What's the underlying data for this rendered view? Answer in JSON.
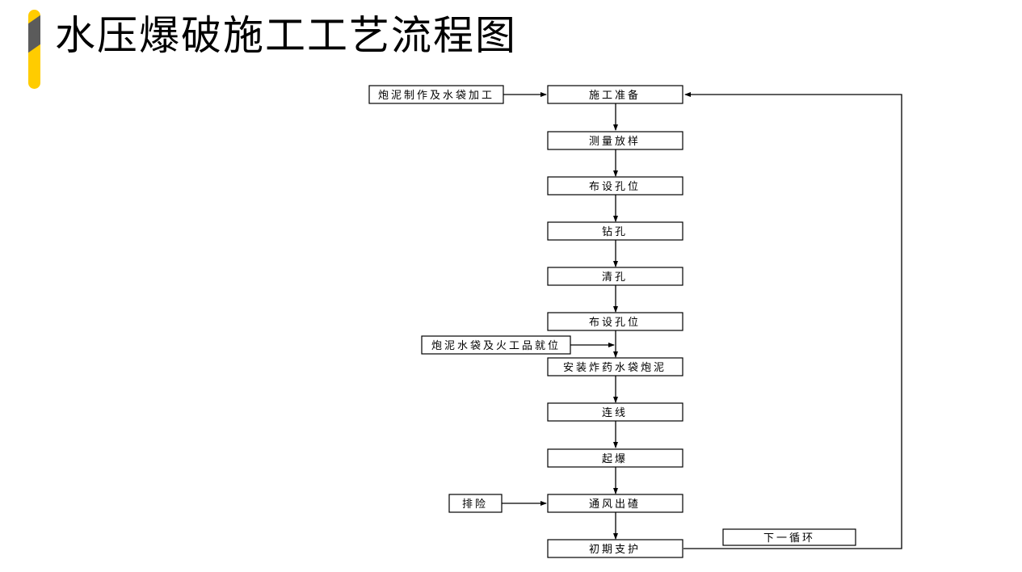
{
  "title": "水压爆破施工工艺流程图",
  "colors": {
    "accent": "#FFCC00",
    "accent_stripe": "#5b5b5b",
    "line": "#000000"
  },
  "flow": {
    "main_steps": [
      "施工准备",
      "测量放样",
      "布设孔位",
      "钻孔",
      "清孔",
      "布设孔位",
      "安装炸药水袋炮泥",
      "连线",
      "起爆",
      "通风出碴",
      "初期支护"
    ],
    "inputs": [
      {
        "label": "炮泥制作及水袋加工",
        "target_step": 0
      },
      {
        "label": "炮泥水袋及火工品就位",
        "target_step": 6
      },
      {
        "label": "排险",
        "target_step": 9
      }
    ],
    "loop_label": "下一循环"
  }
}
